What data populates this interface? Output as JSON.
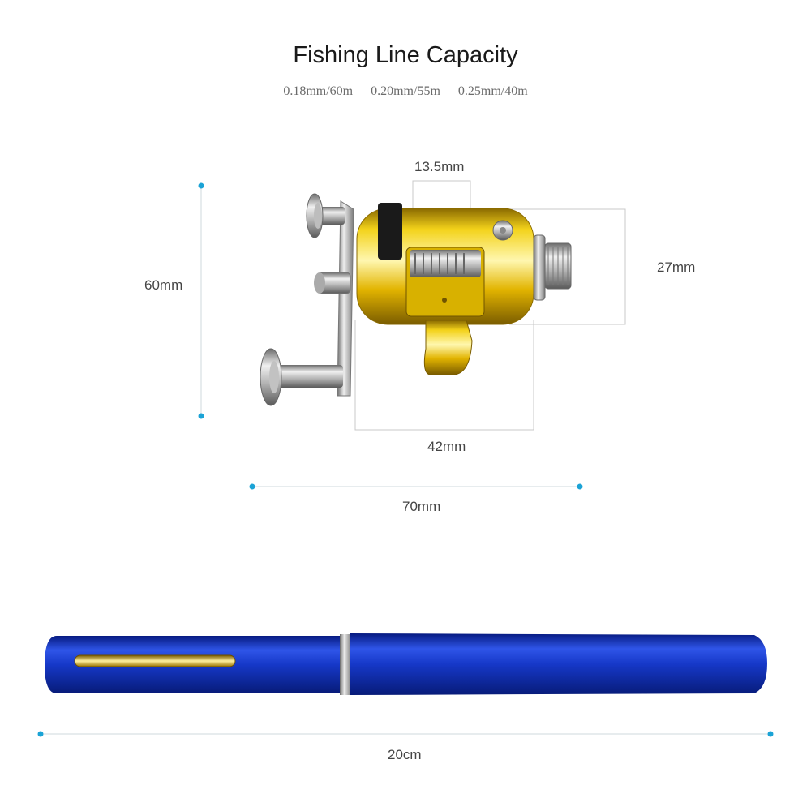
{
  "header": {
    "title": "Fishing Line Capacity",
    "capacities": [
      "0.18mm/60m",
      "0.20mm/55m",
      "0.25mm/40m"
    ]
  },
  "dimensions": {
    "spool_width": "13.5mm",
    "reel_height": "60mm",
    "body_height": "27mm",
    "body_length": "42mm",
    "reel_length": "70mm",
    "rod_length": "20cm"
  },
  "colors": {
    "accent_dot": "#1ba3d6",
    "reel_gold": "#e2b400",
    "rod_blue": "#1030b8"
  }
}
